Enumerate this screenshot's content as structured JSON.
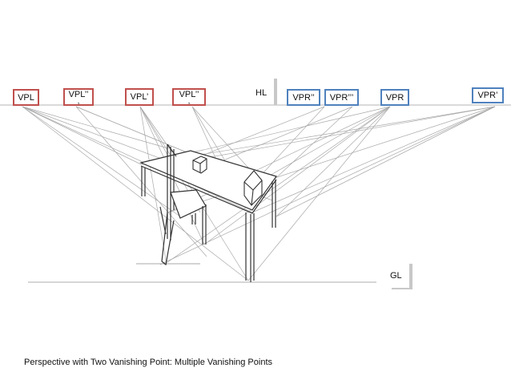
{
  "diagram": {
    "title": "Perspective with Two Vanishing Point: Multiple Vanishing Points",
    "horizon_label": "HL",
    "ground_label": "GL",
    "colors": {
      "left_vp_border": "#c0504d",
      "right_vp_border": "#4f81bd",
      "construction_line": "#9a9a9a",
      "object_line": "#333333",
      "marker_bar": "#c8c8c8"
    },
    "vanishing_points_left": [
      {
        "label": "VPL",
        "sub": ""
      },
      {
        "label": "VPL’’",
        "sub": ","
      },
      {
        "label": "VPL’",
        "sub": ""
      },
      {
        "label": "VPL’’",
        "sub": ","
      }
    ],
    "vanishing_points_right": [
      {
        "label": "VPR’’",
        "sub": ""
      },
      {
        "label": "VPR’’’",
        "sub": ""
      },
      {
        "label": "VPR",
        "sub": ""
      },
      {
        "label": "VPR’",
        "sub": ""
      }
    ],
    "objects": [
      "table",
      "chair",
      "small cube on table",
      "tilted box on table"
    ]
  }
}
